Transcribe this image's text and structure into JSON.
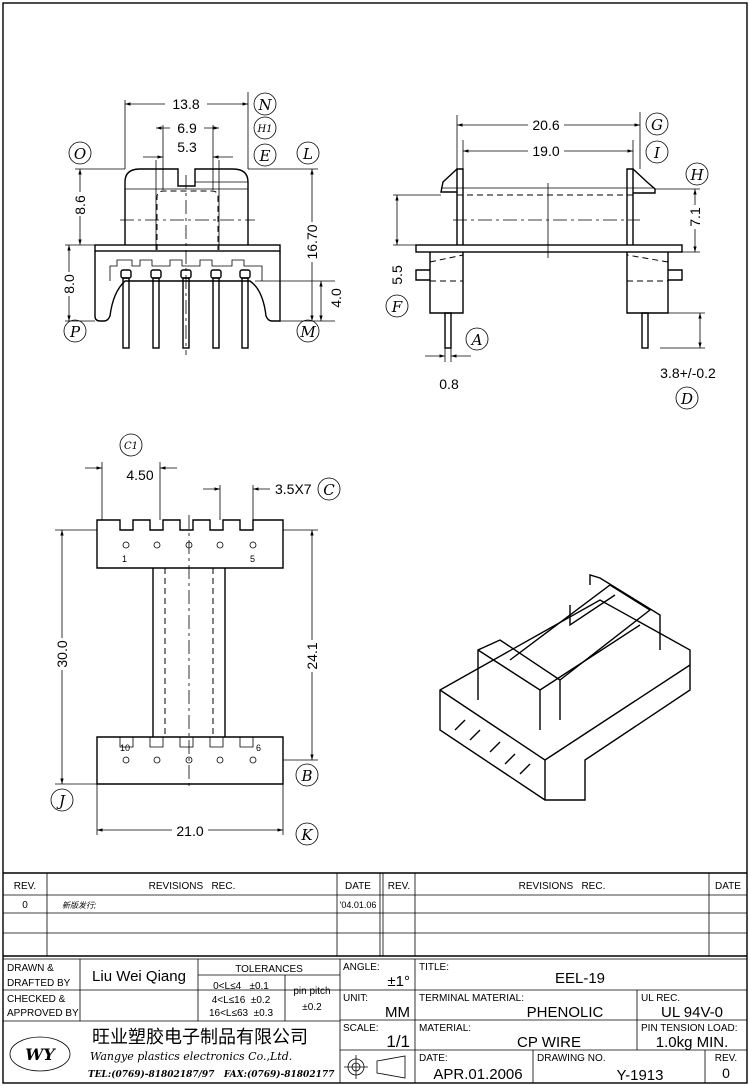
{
  "front_view": {
    "dims": {
      "w_outer": "13.8",
      "w_mid": "6.9",
      "w_inner": "5.3",
      "h_top": "8.6",
      "h_total": "16.70",
      "h_base": "8.0",
      "h_pin": "4.0"
    },
    "labels": {
      "N": "N",
      "H1": "H1",
      "E": "E",
      "O": "O",
      "L": "L",
      "P": "P",
      "M": "M"
    }
  },
  "side_view": {
    "dims": {
      "w_outer": "20.6",
      "w_inner": "19.0",
      "h_flange": "7.1",
      "h_base": "5.5",
      "pin_w": "0.8",
      "pin_len": "3.8+/-0.2"
    },
    "labels": {
      "G": "G",
      "I": "I",
      "H": "H",
      "F": "F",
      "A": "A",
      "D": "D"
    }
  },
  "bottom_view": {
    "dims": {
      "pitch": "4.50",
      "slot": "3.5X7",
      "length": "30.0",
      "inner": "24.1",
      "width": "21.0"
    },
    "labels": {
      "C1": "C1",
      "C": "C",
      "B": "B",
      "J": "J",
      "K": "K"
    },
    "pins": {
      "p1": "1",
      "p5": "5",
      "p10": "10",
      "p6": "6"
    }
  },
  "revisions": {
    "header": {
      "rev": "REV.",
      "rec": "REVISIONS   REC.",
      "date": "DATE"
    },
    "rows": [
      {
        "rev": "0",
        "rec": "新版发行;",
        "date": "'04.01.06"
      }
    ]
  },
  "title_block": {
    "drawn_label": "DRAWN &",
    "drafted_label": "DRAFTED BY",
    "drawn_by": "Liu Wei Qiang",
    "checked_label": "CHECKED &",
    "approved_label": "APPROVED BY",
    "tolerances_label": "TOLERANCES",
    "tol1": "0<L≤4   ±0.1",
    "tol2": "4<L≤16  ±0.2",
    "tol3": "16<L≤63  ±0.3",
    "pin_pitch_label": "pin pitch",
    "pin_pitch_tol": "±0.2",
    "angle_label": "ANGLE:",
    "angle": "±1°",
    "unit_label": "UNIT:",
    "unit": "MM",
    "scale_label": "SCALE:",
    "scale": "1/1",
    "company_cn": "旺业塑胶电子制品有限公司",
    "company_en": "Wangye plastics electronics Co.,Ltd.",
    "contact": "TEL:(0769)-81802187/97   FAX:(0769)-81802177",
    "logo": "WY",
    "title_label": "TITLE:",
    "title": "EEL-19",
    "terminal_material_label": "TERMINAL MATERIAL:",
    "terminal_material": "PHENOLIC",
    "ul_rec_label": "UL REC.",
    "ul_rec": "UL 94V-0",
    "material_label": "MATERIAL:",
    "material": "CP WIRE",
    "pin_tension_label": "PIN TENSION LOAD:",
    "pin_tension": "1.0kg MIN.",
    "date_label": "DATE:",
    "date": "APR.01.2006",
    "drawing_no_label": "DRAWING NO.",
    "drawing_no": "Y-1913",
    "rev_label": "REV.",
    "rev": "0"
  }
}
